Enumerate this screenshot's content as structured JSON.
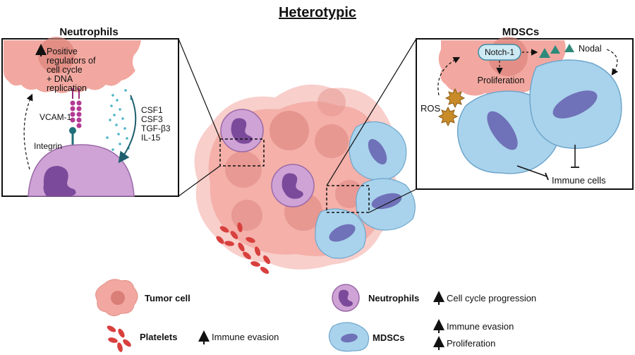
{
  "title": "Heterotypic",
  "neutrophil_panel": {
    "heading": "Neutrophils",
    "positive_text": [
      "Positive",
      "regulators of",
      "cell cycle",
      "+ DNA",
      "replication"
    ],
    "vcam": "VCAM-1",
    "integrin": "Integrin",
    "factors": [
      "CSF1",
      "CSF3",
      "TGF-β3",
      "IL-15"
    ]
  },
  "mdsc_panel": {
    "heading": "MDSCs",
    "notch": "Notch-1",
    "nodal": "Nodal",
    "proliferation": "Proliferation",
    "ros": "ROS",
    "immune_cells": "Immune cells"
  },
  "legend": {
    "tumor": "Tumor cell",
    "platelets": "Platelets",
    "platelets_effect": "Immune evasion",
    "neutrophils": "Neutrophils",
    "neutrophils_effect": "Cell cycle progression",
    "mdscs": "MDSCs",
    "mdscs_effects": [
      "Immune evasion",
      "Proliferation"
    ]
  },
  "colors": {
    "tumor": "#f2a8a0",
    "tumor_nucleus": "#d97f77",
    "neutrophil": "#cfa3d6",
    "neutrophil_nucleus": "#7c4a9a",
    "mdsc": "#a9d3ec",
    "mdsc_nucleus": "#6f72b8",
    "platelet": "#d8403e",
    "notch": "#cdeaf4",
    "nodal": "#2f8a7a"
  }
}
